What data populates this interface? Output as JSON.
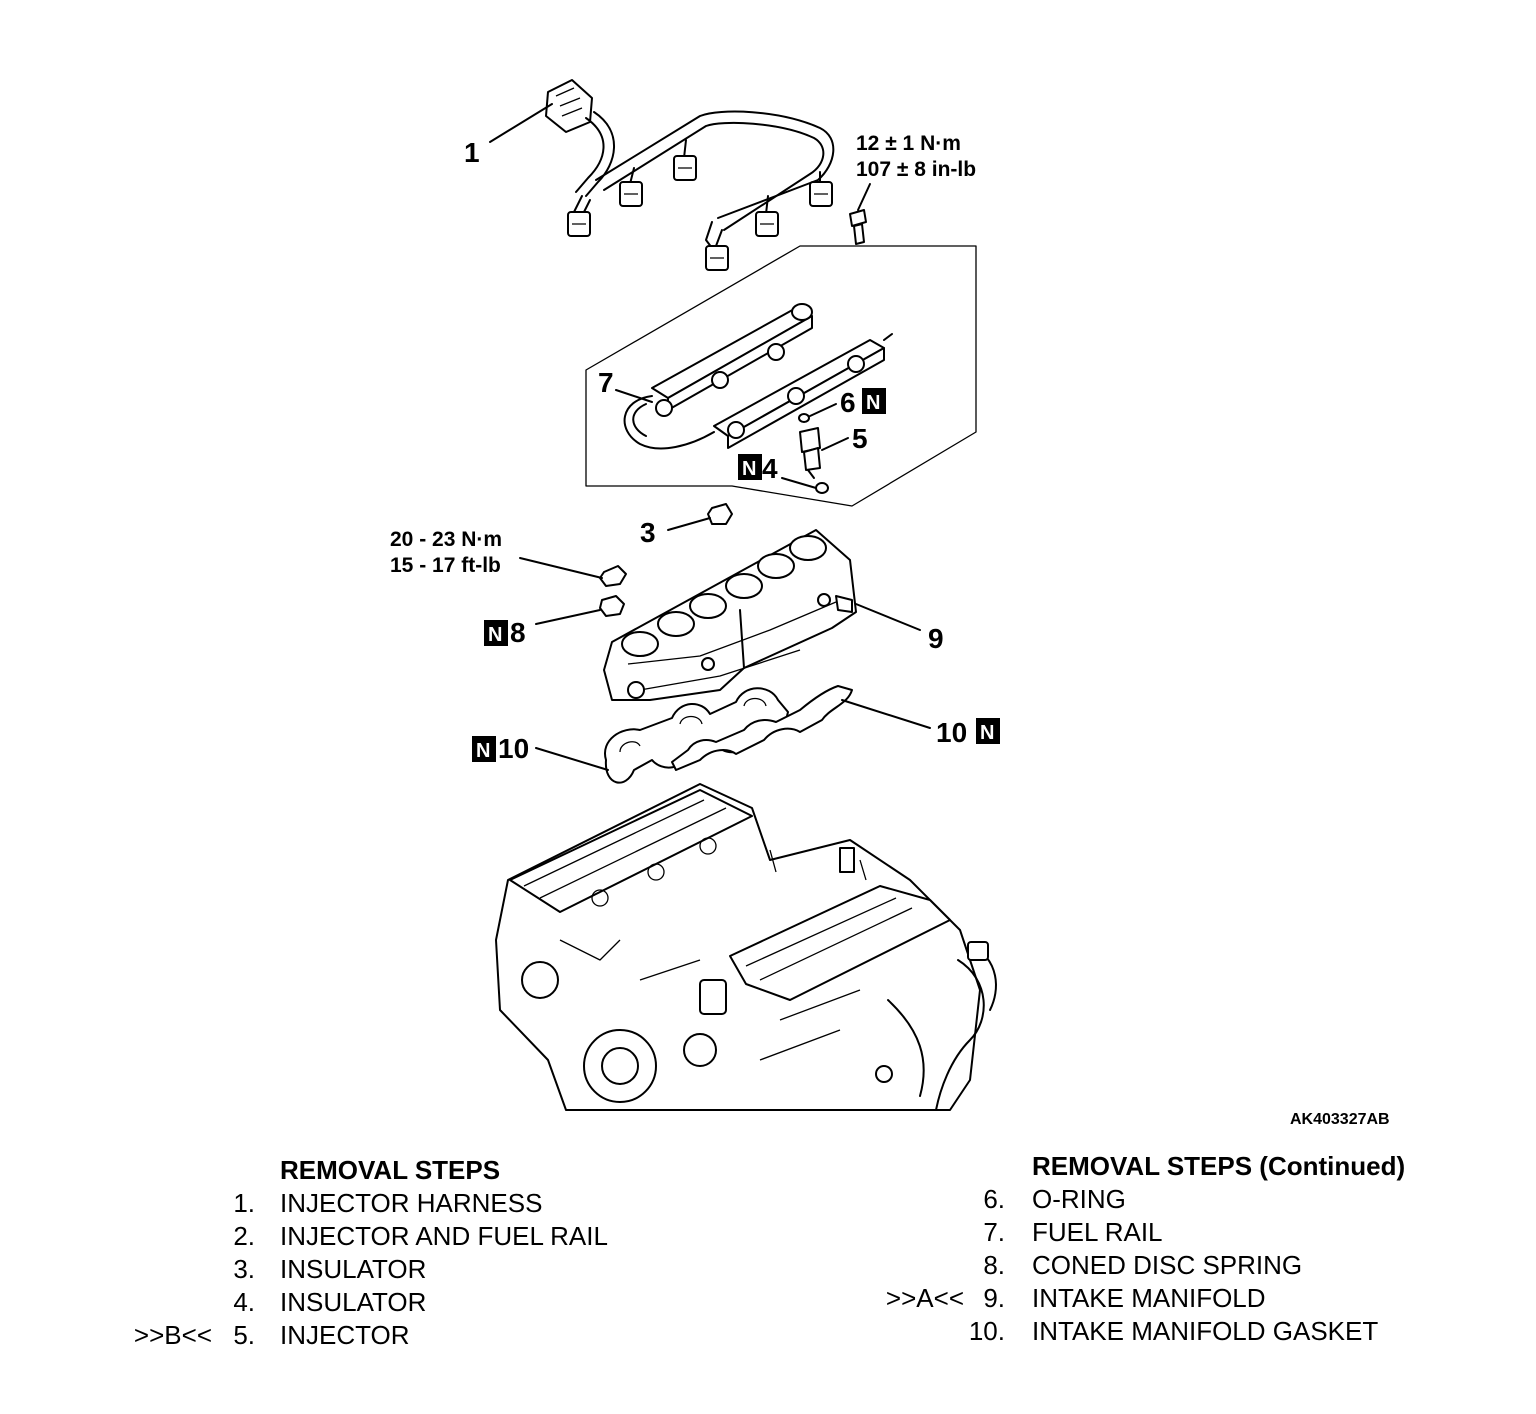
{
  "figure": {
    "figure_id": "AK403327AB",
    "callouts": {
      "c1": "1",
      "c3": "3",
      "c4": "4",
      "c5": "5",
      "c6": "6",
      "c7": "7",
      "c8": "8",
      "c9": "9",
      "c10_left": "10",
      "c10_right": "10"
    },
    "new_part_mark": "N",
    "torque_harness": {
      "metric": "12 ± 1 N·m",
      "imperial": "107 ± 8 in-lb"
    },
    "torque_manifold": {
      "metric": "20 - 23 N·m",
      "imperial": "15 - 17 ft-lb"
    }
  },
  "removal_steps_left": {
    "heading": "REMOVAL STEPS",
    "items": [
      {
        "marker": "",
        "number": "1.",
        "text": "INJECTOR HARNESS"
      },
      {
        "marker": "",
        "number": "2.",
        "text": "INJECTOR AND FUEL RAIL"
      },
      {
        "marker": "",
        "number": "3.",
        "text": "INSULATOR"
      },
      {
        "marker": "",
        "number": "4.",
        "text": "INSULATOR"
      },
      {
        "marker": ">>B<<",
        "number": "5.",
        "text": "INJECTOR"
      }
    ]
  },
  "removal_steps_right": {
    "heading": "REMOVAL STEPS (Continued)",
    "items": [
      {
        "marker": "",
        "number": "6.",
        "text": "O-RING"
      },
      {
        "marker": "",
        "number": "7.",
        "text": "FUEL RAIL"
      },
      {
        "marker": "",
        "number": "8.",
        "text": "CONED DISC SPRING"
      },
      {
        "marker": ">>A<<",
        "number": "9.",
        "text": "INTAKE MANIFOLD"
      },
      {
        "marker": "",
        "number": "10.",
        "text": "INTAKE MANIFOLD GASKET"
      }
    ]
  }
}
